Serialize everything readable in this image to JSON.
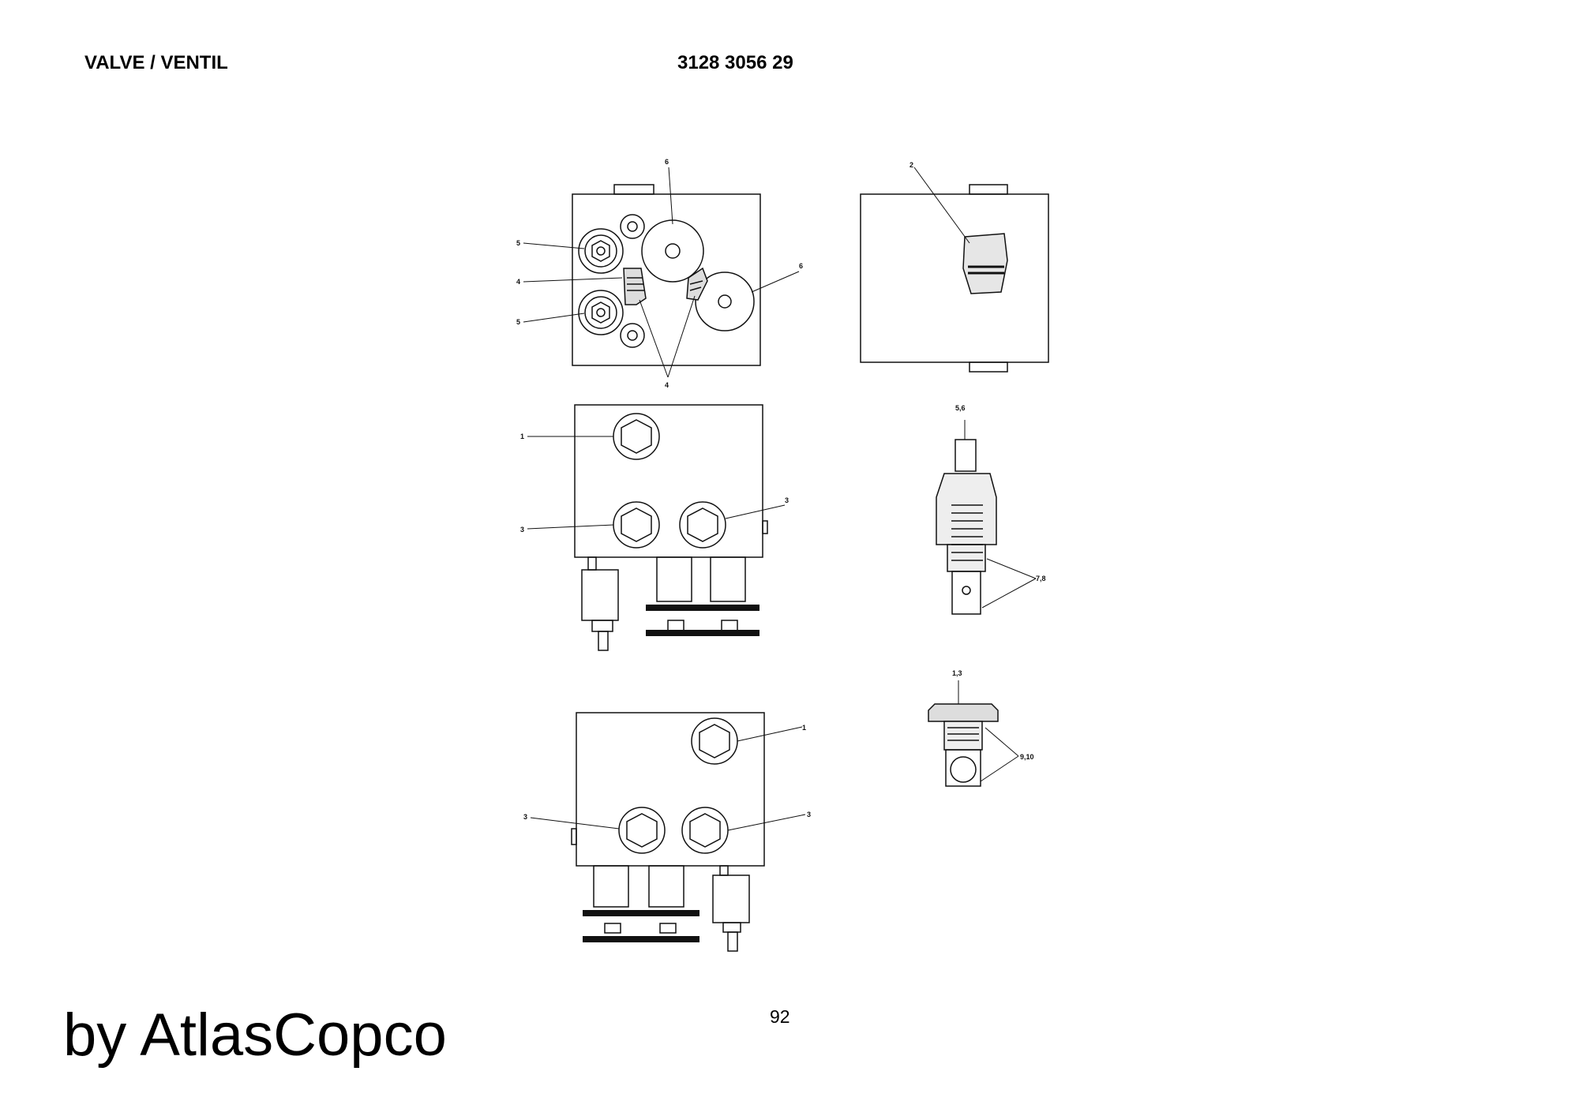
{
  "header": {
    "title": "VALVE / VENTIL",
    "part_number": "3128 3056 29"
  },
  "callouts": {
    "top_left": {
      "c6": "6",
      "c5a": "5",
      "c4": "4",
      "c5b": "5",
      "c6b": "6",
      "c4b": "4"
    },
    "top_right": {
      "c2": "2"
    },
    "mid_left": {
      "c1": "1",
      "c3a": "3",
      "c3b": "3"
    },
    "cartridge": {
      "c56": "5,6",
      "c78": "7,8"
    },
    "bottom_left": {
      "c1": "1",
      "c3a": "3",
      "c3b": "3"
    },
    "plug": {
      "c13": "1,3",
      "c910": "9,10"
    }
  },
  "page_number": "92",
  "footer": {
    "brand": "by AtlasCopco"
  }
}
